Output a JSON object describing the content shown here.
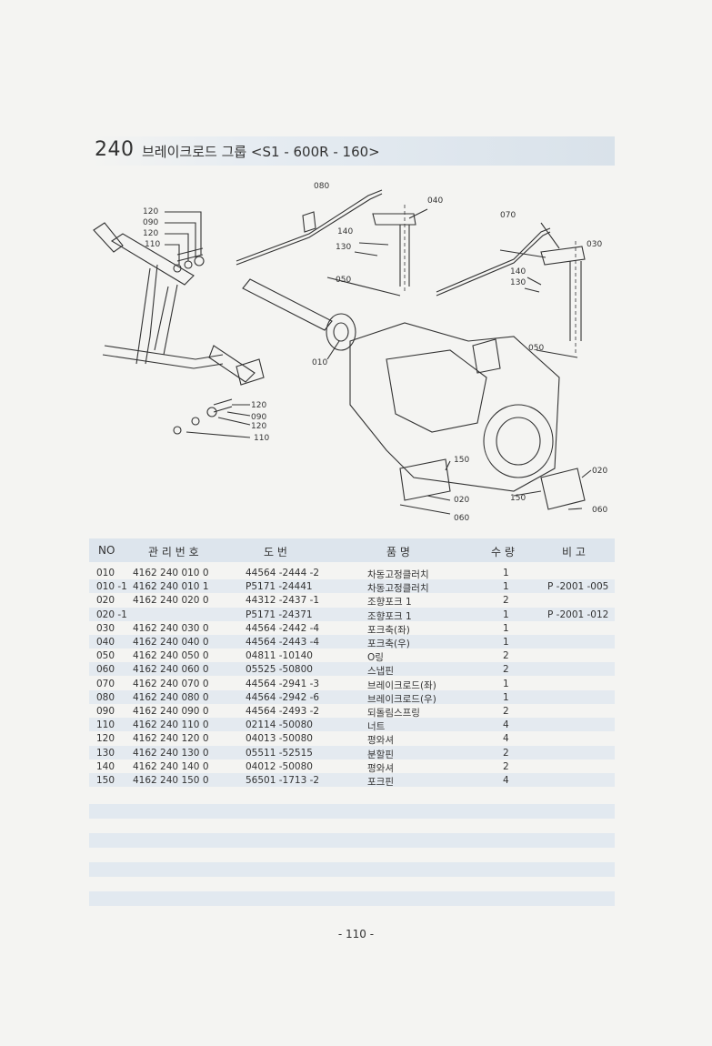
{
  "title": {
    "number": "240",
    "text": "브레이크로드 그룹 <S1 - 600R - 160>"
  },
  "callouts": [
    "080",
    "040",
    "070",
    "030",
    "120",
    "090",
    "120",
    "110",
    "140",
    "130",
    "050",
    "140",
    "130",
    "010",
    "050",
    "120",
    "090",
    "120",
    "110",
    "150",
    "020",
    "150",
    "020",
    "060",
    "060"
  ],
  "table": {
    "headers": [
      "NO",
      "관 리 번 호",
      "도       번",
      "품       명",
      "수  량",
      "비  고"
    ],
    "rows": [
      {
        "no": "010",
        "mgmt": "4162  240  010  0",
        "drawing": "44564 -2444 -2",
        "name": "차동고정클러치",
        "qty": "1",
        "remark": ""
      },
      {
        "no": "010 -1",
        "mgmt": "4162  240  010  1",
        "drawing": "P5171 -24441",
        "name": "차동고정클러치",
        "qty": "1",
        "remark": "P -2001 -005"
      },
      {
        "no": "020",
        "mgmt": "4162  240  020  0",
        "drawing": "44312 -2437 -1",
        "name": "조향포크 1",
        "qty": "2",
        "remark": ""
      },
      {
        "no": "020 -1",
        "mgmt": "",
        "drawing": "P5171 -24371",
        "name": "조향포크 1",
        "qty": "1",
        "remark": "P -2001 -012"
      },
      {
        "no": "030",
        "mgmt": "4162  240  030  0",
        "drawing": "44564 -2442 -4",
        "name": "포크축(좌)",
        "qty": "1",
        "remark": ""
      },
      {
        "no": "040",
        "mgmt": "4162  240  040  0",
        "drawing": "44564 -2443 -4",
        "name": "포크축(우)",
        "qty": "1",
        "remark": ""
      },
      {
        "no": "050",
        "mgmt": "4162  240  050  0",
        "drawing": "04811 -10140",
        "name": "O링",
        "qty": "2",
        "remark": ""
      },
      {
        "no": "060",
        "mgmt": "4162  240  060  0",
        "drawing": "05525 -50800",
        "name": "스냅핀",
        "qty": "2",
        "remark": ""
      },
      {
        "no": "070",
        "mgmt": "4162  240  070  0",
        "drawing": "44564 -2941 -3",
        "name": "브레이크로드(좌)",
        "qty": "1",
        "remark": ""
      },
      {
        "no": "080",
        "mgmt": "4162  240  080  0",
        "drawing": "44564 -2942 -6",
        "name": "브레이크로드(우)",
        "qty": "1",
        "remark": ""
      },
      {
        "no": "090",
        "mgmt": "4162  240  090  0",
        "drawing": "44564 -2493 -2",
        "name": "되돌림스프링",
        "qty": "2",
        "remark": ""
      },
      {
        "no": "110",
        "mgmt": "4162  240  110  0",
        "drawing": "02114 -50080",
        "name": "너트",
        "qty": "4",
        "remark": ""
      },
      {
        "no": "120",
        "mgmt": "4162  240  120  0",
        "drawing": "04013 -50080",
        "name": "평와셔",
        "qty": "4",
        "remark": ""
      },
      {
        "no": "130",
        "mgmt": "4162  240  130  0",
        "drawing": "05511 -52515",
        "name": "분할핀",
        "qty": "2",
        "remark": ""
      },
      {
        "no": "140",
        "mgmt": "4162  240  140  0",
        "drawing": "04012 -50080",
        "name": "평와셔",
        "qty": "2",
        "remark": ""
      },
      {
        "no": "150",
        "mgmt": "4162  240  150  0",
        "drawing": "56501 -1713 -2",
        "name": "포크핀",
        "qty": "4",
        "remark": ""
      }
    ]
  },
  "page_number": "- 110 -"
}
